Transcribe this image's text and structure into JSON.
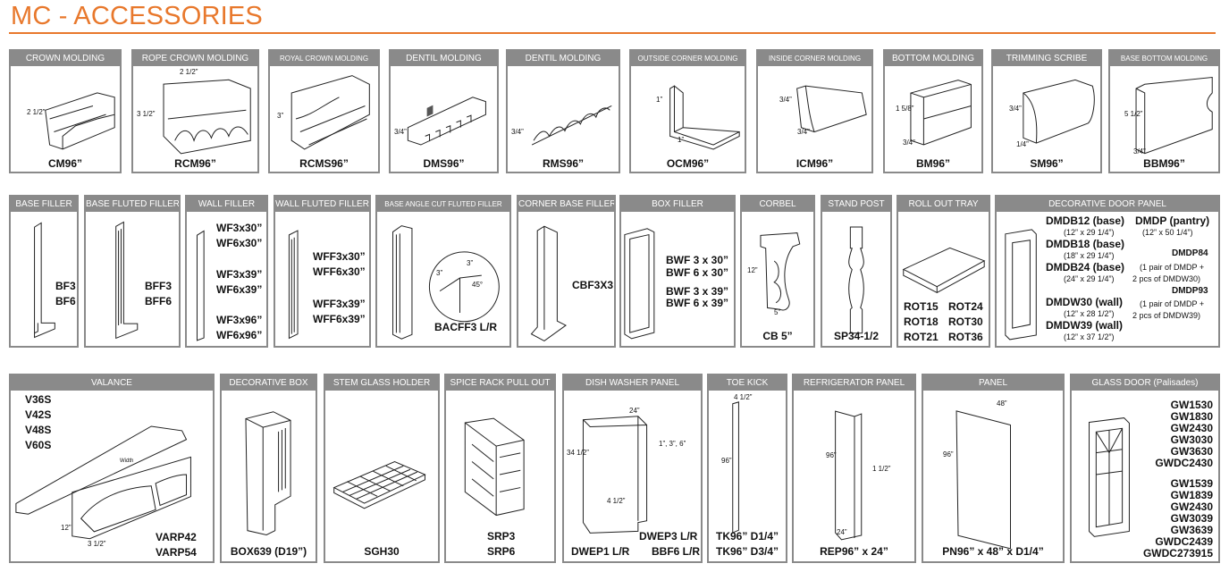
{
  "page": {
    "title": "MC - ACCESSORIES"
  },
  "colors": {
    "accent": "#e8782c",
    "header_bg": "#8a8a8a"
  },
  "row1": [
    {
      "header": "CROWN MOLDING",
      "code": "CM96”",
      "dims": [
        "2 1/2”"
      ]
    },
    {
      "header": "ROPE CROWN MOLDING",
      "code": "RCM96”",
      "dims": [
        "2 1/2”",
        "3 1/2”"
      ]
    },
    {
      "header": "ROYAL CROWN MOLDING",
      "code": "RCMS96”",
      "dims": [
        "3”"
      ]
    },
    {
      "header": "DENTIL MOLDING",
      "code": "DMS96”",
      "dims": [
        "3/4”"
      ]
    },
    {
      "header": "DENTIL MOLDING",
      "code": "RMS96”",
      "dims": [
        "3/4”"
      ]
    },
    {
      "header": "OUTSIDE CORNER MOLDING",
      "code": "OCM96”",
      "dims": [
        "1”",
        "1”"
      ]
    },
    {
      "header": "INSIDE CORNER MOLDING",
      "code": "ICM96”",
      "dims": [
        "3/4”",
        "3/4”"
      ]
    },
    {
      "header": "BOTTOM MOLDING",
      "code": "BM96”",
      "dims": [
        "1 5/8”",
        "3/4”"
      ]
    },
    {
      "header": "TRIMMING SCRIBE",
      "code": "SM96”",
      "dims": [
        "3/4”",
        "1/4”"
      ]
    },
    {
      "header": "BASE BOTTOM MOLDING",
      "code": "BBM96”",
      "dims": [
        "5 1/2”",
        "3/4”"
      ]
    }
  ],
  "row2": {
    "base_filler": {
      "header": "BASE FILLER",
      "codes": [
        "BF3",
        "BF6"
      ]
    },
    "base_fluted_filler": {
      "header": "BASE FLUTED FILLER",
      "codes": [
        "BFF3",
        "BFF6"
      ]
    },
    "wall_filler": {
      "header": "WALL FILLER",
      "codes": [
        "WF3x30”",
        "WF6x30”",
        "WF3x39”",
        "WF6x39”",
        "WF3x96”",
        "WF6x96”"
      ]
    },
    "wall_fluted_filler": {
      "header": "WALL FLUTED FILLER",
      "codes": [
        "WFF3x30”",
        "WFF6x30”",
        "WFF3x39”",
        "WFF6x39”"
      ]
    },
    "base_angle": {
      "header": "BASE ANGLE CUT FLUTED FILLER",
      "code": "BACFF3 L/R",
      "dims": [
        "3”",
        "3”",
        "45°"
      ]
    },
    "corner_base": {
      "header": "CORNER BASE FILLER",
      "code": "CBF3X3"
    },
    "box_filler": {
      "header": "BOX FILLER",
      "codes": [
        "BWF 3 x 30”",
        "BWF 6 x 30”",
        "BWF 3 x 39”",
        "BWF 6 x 39”"
      ]
    },
    "corbel": {
      "header": "CORBEL",
      "code": "CB 5”",
      "dims": [
        "12”",
        "5”"
      ]
    },
    "stand_post": {
      "header": "STAND POST",
      "code": "SP34-1/2"
    },
    "roll_out_tray": {
      "header": "ROLL OUT TRAY",
      "codes": [
        "ROT15",
        "ROT24",
        "ROT18",
        "ROT30",
        "ROT21",
        "ROT36"
      ]
    },
    "decorative_door_panel": {
      "header": "DECORATIVE DOOR PANEL",
      "left": [
        {
          "code": "DMDB12 (base)",
          "size": "(12” x 29 1/4”)"
        },
        {
          "code": "DMDB18 (base)",
          "size": "(18” x 29 1/4”)"
        },
        {
          "code": "DMDB24 (base)",
          "size": "(24” x 29 1/4”)"
        },
        {
          "code": "DMDW30 (wall)",
          "size": "(12” x 28 1/2”)"
        },
        {
          "code": "DMDW39 (wall)",
          "size": "(12” x 37 1/2”)"
        }
      ],
      "right": [
        {
          "code": "DMDP (pantry)",
          "lines": [
            "(12” x 50 1/4”)"
          ]
        },
        {
          "code": "DMDP84",
          "lines": [
            "(1 pair of DMDP +",
            "2 pcs of DMDW30)"
          ]
        },
        {
          "code": "DMDP93",
          "lines": [
            "(1 pair of DMDP +",
            "2 pcs of DMDW39)"
          ]
        }
      ]
    }
  },
  "row3": {
    "valance": {
      "header": "VALANCE",
      "codes_left": [
        "V36S",
        "V42S",
        "V48S",
        "V60S"
      ],
      "codes_right": [
        "VARP42",
        "VARP54"
      ],
      "dims": [
        "Width",
        "12”",
        "3 1/2”"
      ]
    },
    "decorative_box": {
      "header": "DECORATIVE BOX",
      "code": "BOX639 (D19”)"
    },
    "stem_glass_holder": {
      "header": "STEM GLASS HOLDER",
      "code": "SGH30"
    },
    "spice_rack": {
      "header": "SPICE RACK PULL OUT",
      "codes": [
        "SRP3",
        "SRP6"
      ]
    },
    "dish_washer_panel": {
      "header": "DISH WASHER PANEL",
      "codes": [
        "DWEP3 L/R",
        "DWEP1 L/R",
        "BBF6 L/R"
      ],
      "dims": [
        "24”",
        "34 1/2”",
        "1”, 3”, 6”",
        "4 1/2”"
      ]
    },
    "toe_kick": {
      "header": "TOE KICK",
      "codes": [
        "TK96” D1/4”",
        "TK96” D3/4”"
      ],
      "dims": [
        "4 1/2”",
        "96”"
      ]
    },
    "refrigerator_panel": {
      "header": "REFRIGERATOR PANEL",
      "code": "REP96” x 24”",
      "dims": [
        "96”",
        "1 1/2”",
        "24”"
      ]
    },
    "panel": {
      "header": "PANEL",
      "code": "PN96” x 48” x D1/4”",
      "dims": [
        "48”",
        "96”"
      ]
    },
    "glass_door": {
      "header": "GLASS DOOR (Palisades)",
      "codes_a": [
        "GW1530",
        "GW1830",
        "GW2430",
        "GW3030",
        "GW3630",
        "GWDC2430"
      ],
      "codes_b": [
        "GW1539",
        "GW1839",
        "GW2430",
        "GW3039",
        "GW3639",
        "GWDC2439",
        "GWDC273915"
      ]
    }
  }
}
